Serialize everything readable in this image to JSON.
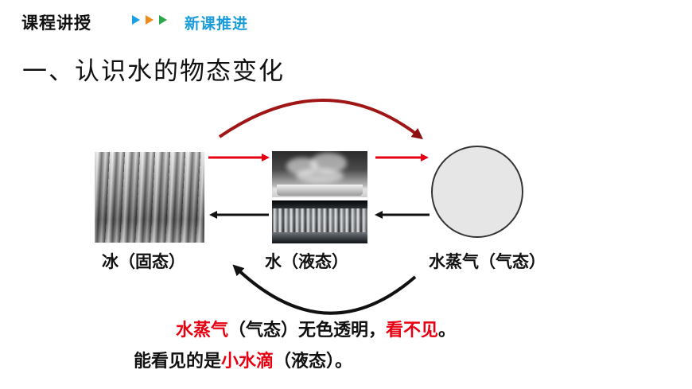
{
  "header": {
    "title": "课程讲授",
    "subtitle": "新课推进",
    "triangle_colors": [
      "#1aa0e6",
      "#f28b1e",
      "#2ba84a"
    ]
  },
  "section": {
    "title": "一、认识水的物态变化"
  },
  "states": {
    "ice": "冰（固态）",
    "water": "水（液态）",
    "vapor": "水蒸气（气态）"
  },
  "note": {
    "line1": {
      "part1": "水蒸气",
      "part2": "（气态）无色透明，",
      "part3": "看不见",
      "part4": "。"
    },
    "line2": {
      "part1": "能看见的是",
      "part2": "小水滴",
      "part3": "（液态）。"
    }
  },
  "colors": {
    "heat_arrow": "#e60012",
    "cool_arrow": "#111111",
    "highlight": "#e60012"
  }
}
